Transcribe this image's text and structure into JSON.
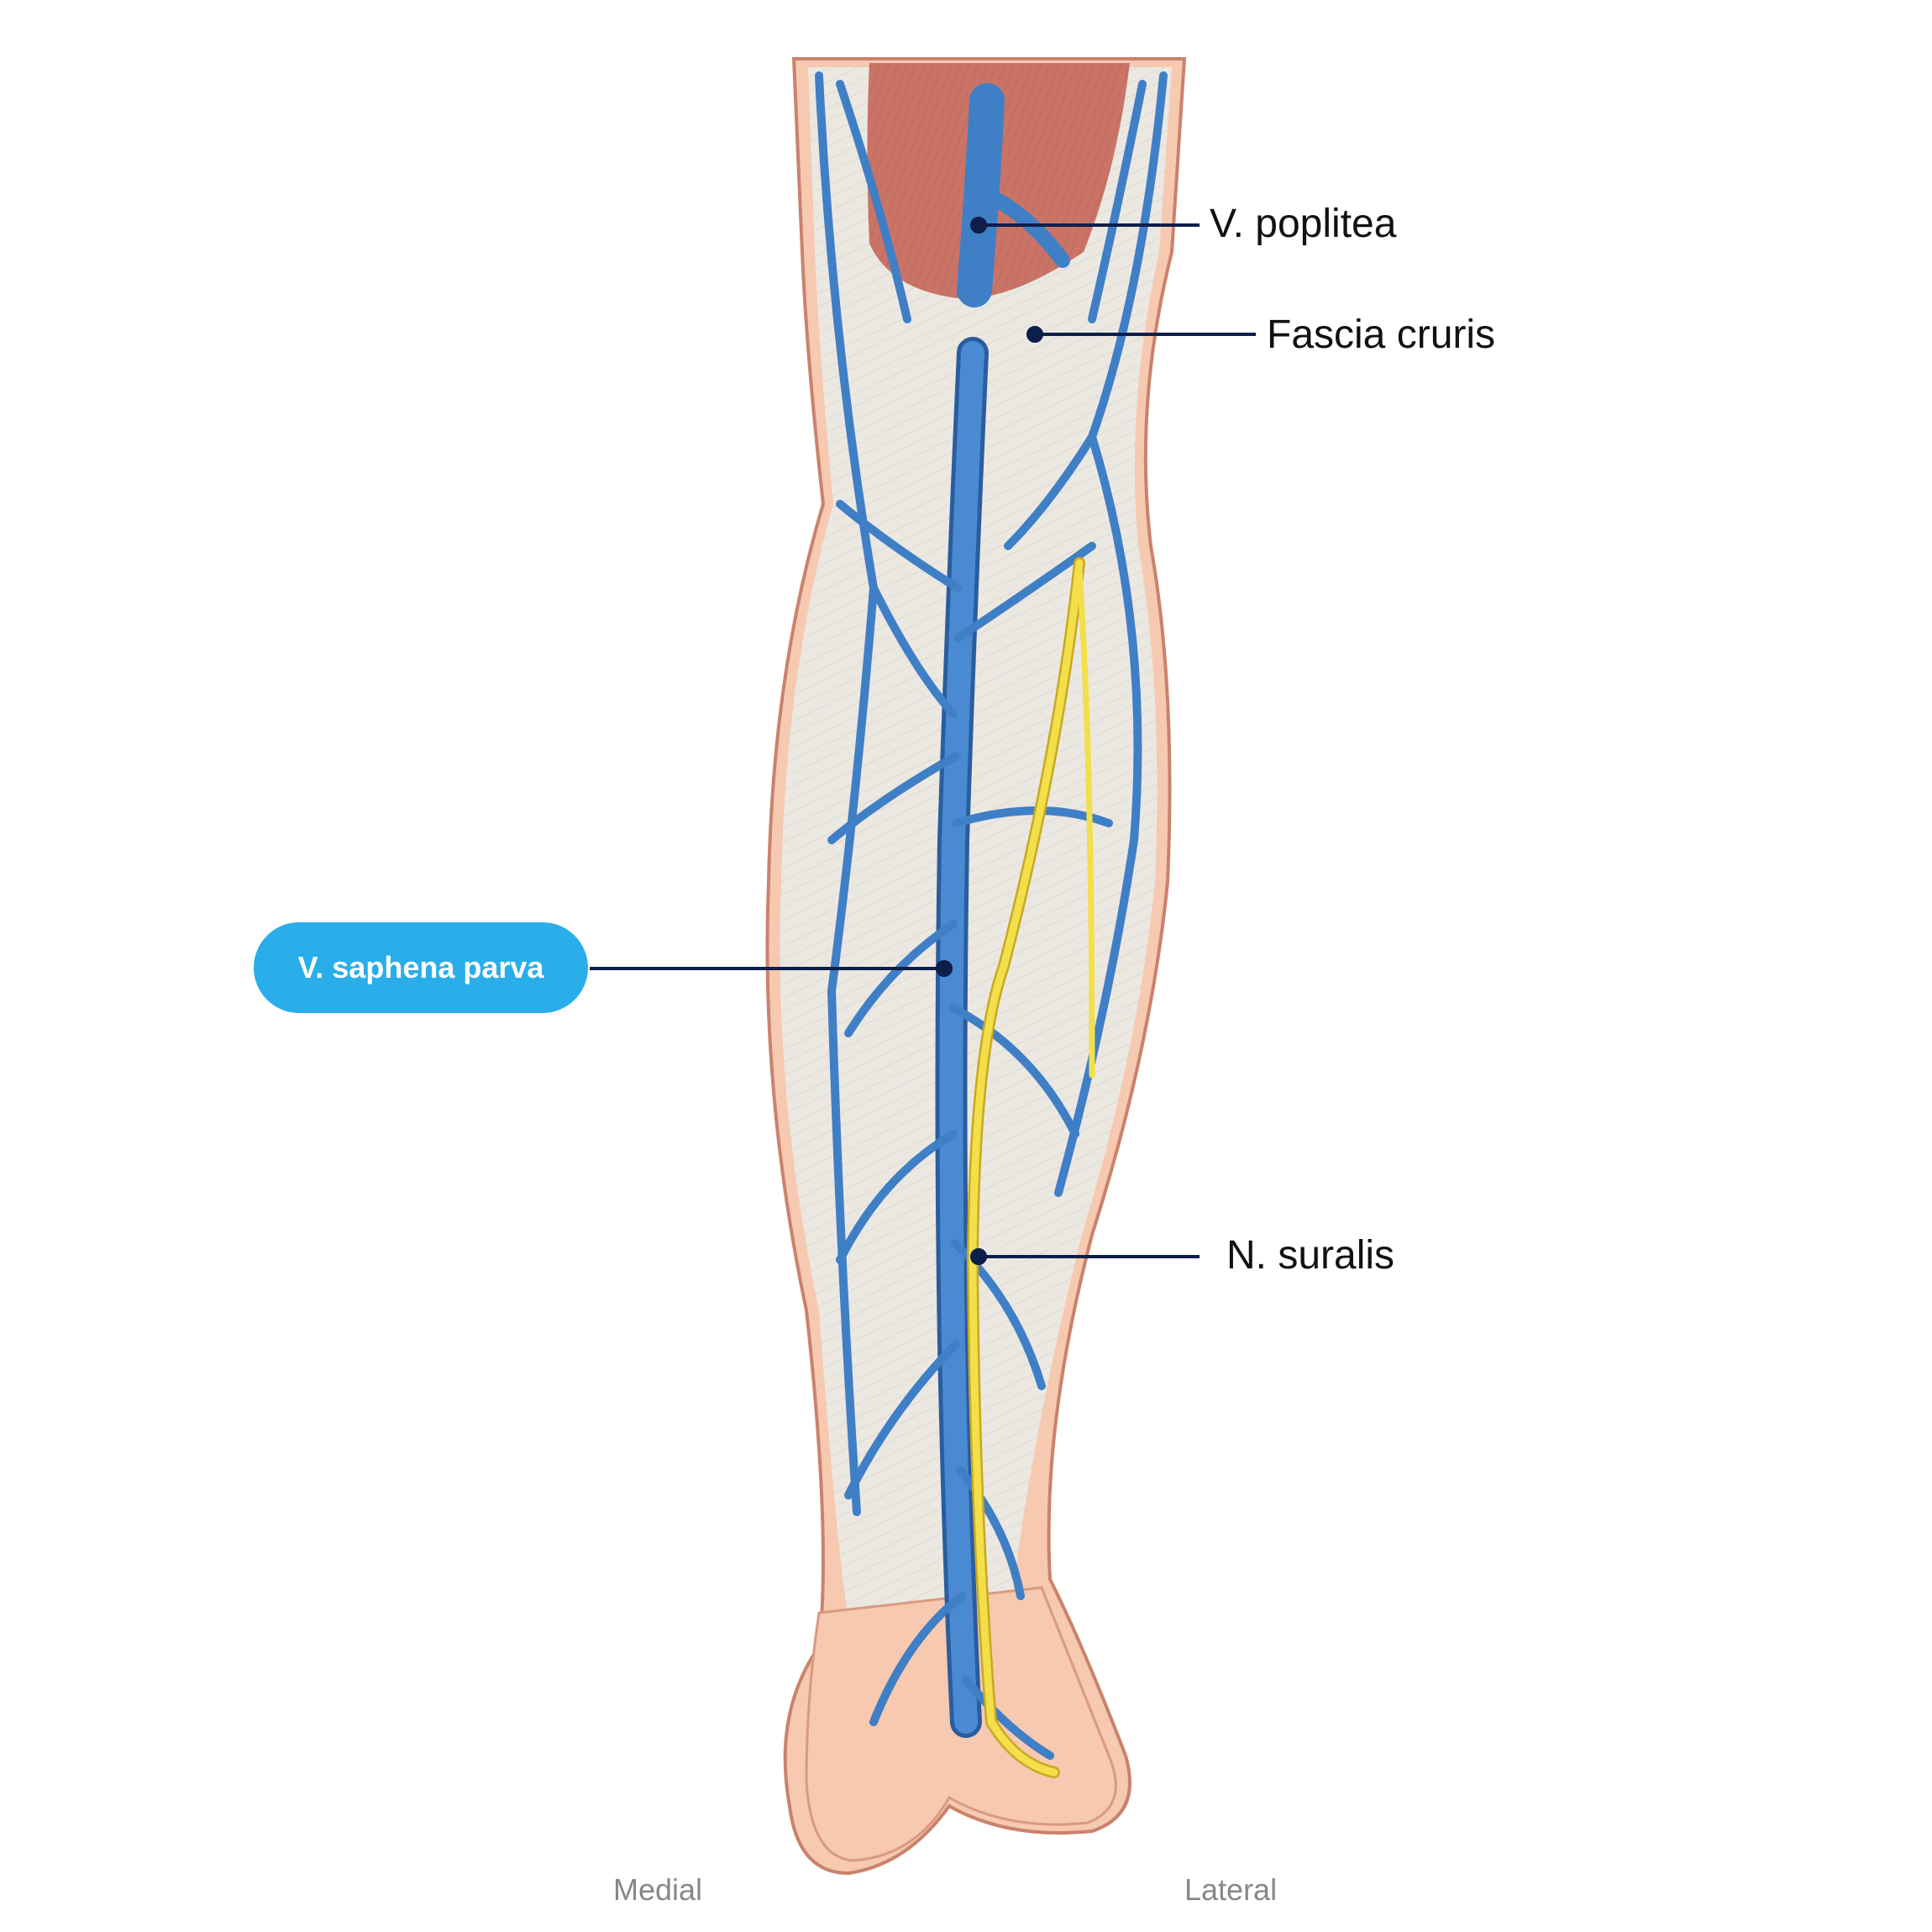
{
  "labels": {
    "v_poplitea": "V. poplitea",
    "fascia_cruris": "Fascia cruris",
    "v_saphena_parva": "V. saphena parva",
    "n_suralis": "N. suralis"
  },
  "orientation": {
    "medial": "Medial",
    "lateral": "Lateral"
  },
  "colors": {
    "vein": "#3f7fc6",
    "vein_dark": "#2a5d9e",
    "nerve": "#f2df4a",
    "fascia": "#e9e6e0",
    "skin": "#f6c9b0",
    "muscle": "#c97467",
    "leader": "#0c1e4a",
    "highlight": "#29aeea"
  }
}
